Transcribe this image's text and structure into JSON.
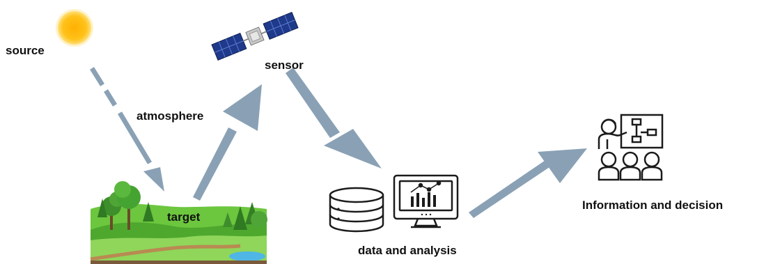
{
  "colors": {
    "arrow": "#8aa1b5",
    "sun_core": "#ffc21a",
    "sun_glow": "#ffe07a",
    "panel": "#1f3a8a",
    "icon_stroke": "#1b1b1b",
    "grass": "#58b935",
    "tree": "#3e8e2c",
    "water": "#4fb6e6",
    "soil": "#7a5a3a"
  },
  "icons": {
    "sun": "sun-icon",
    "satellite": "satellite-icon",
    "landscape": "landscape-illustration",
    "database": "database-icon",
    "monitor_chart": "monitor-chart-icon",
    "presentation": "presentation-meeting-icon"
  },
  "labels": {
    "source": "source",
    "sensor": "sensor",
    "atmosphere": "atmosphere",
    "target": "target",
    "data": "data and analysis",
    "information": "Information and decision"
  }
}
